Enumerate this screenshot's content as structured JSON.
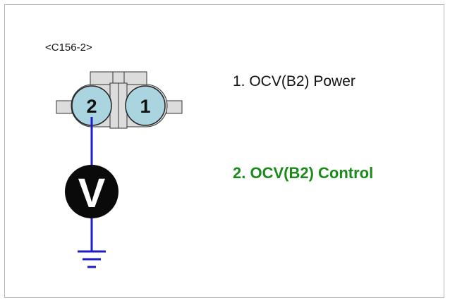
{
  "connector": {
    "id": "<C156-2>",
    "pins": [
      {
        "number": "2"
      },
      {
        "number": "1"
      }
    ]
  },
  "pins_legend": [
    {
      "label": "1. OCV(B2) Power",
      "color": "#111111"
    },
    {
      "label": "2. OCV(B2) Control",
      "color": "#1a8a1a"
    }
  ],
  "meter": {
    "symbol": "V"
  },
  "colors": {
    "wire": "#1c1cc8",
    "pin_fill": "#a9d4e0",
    "housing_fill": "#dcdcdc",
    "ground": "#1c1cc8",
    "meter_fill": "#0a0a0a"
  }
}
